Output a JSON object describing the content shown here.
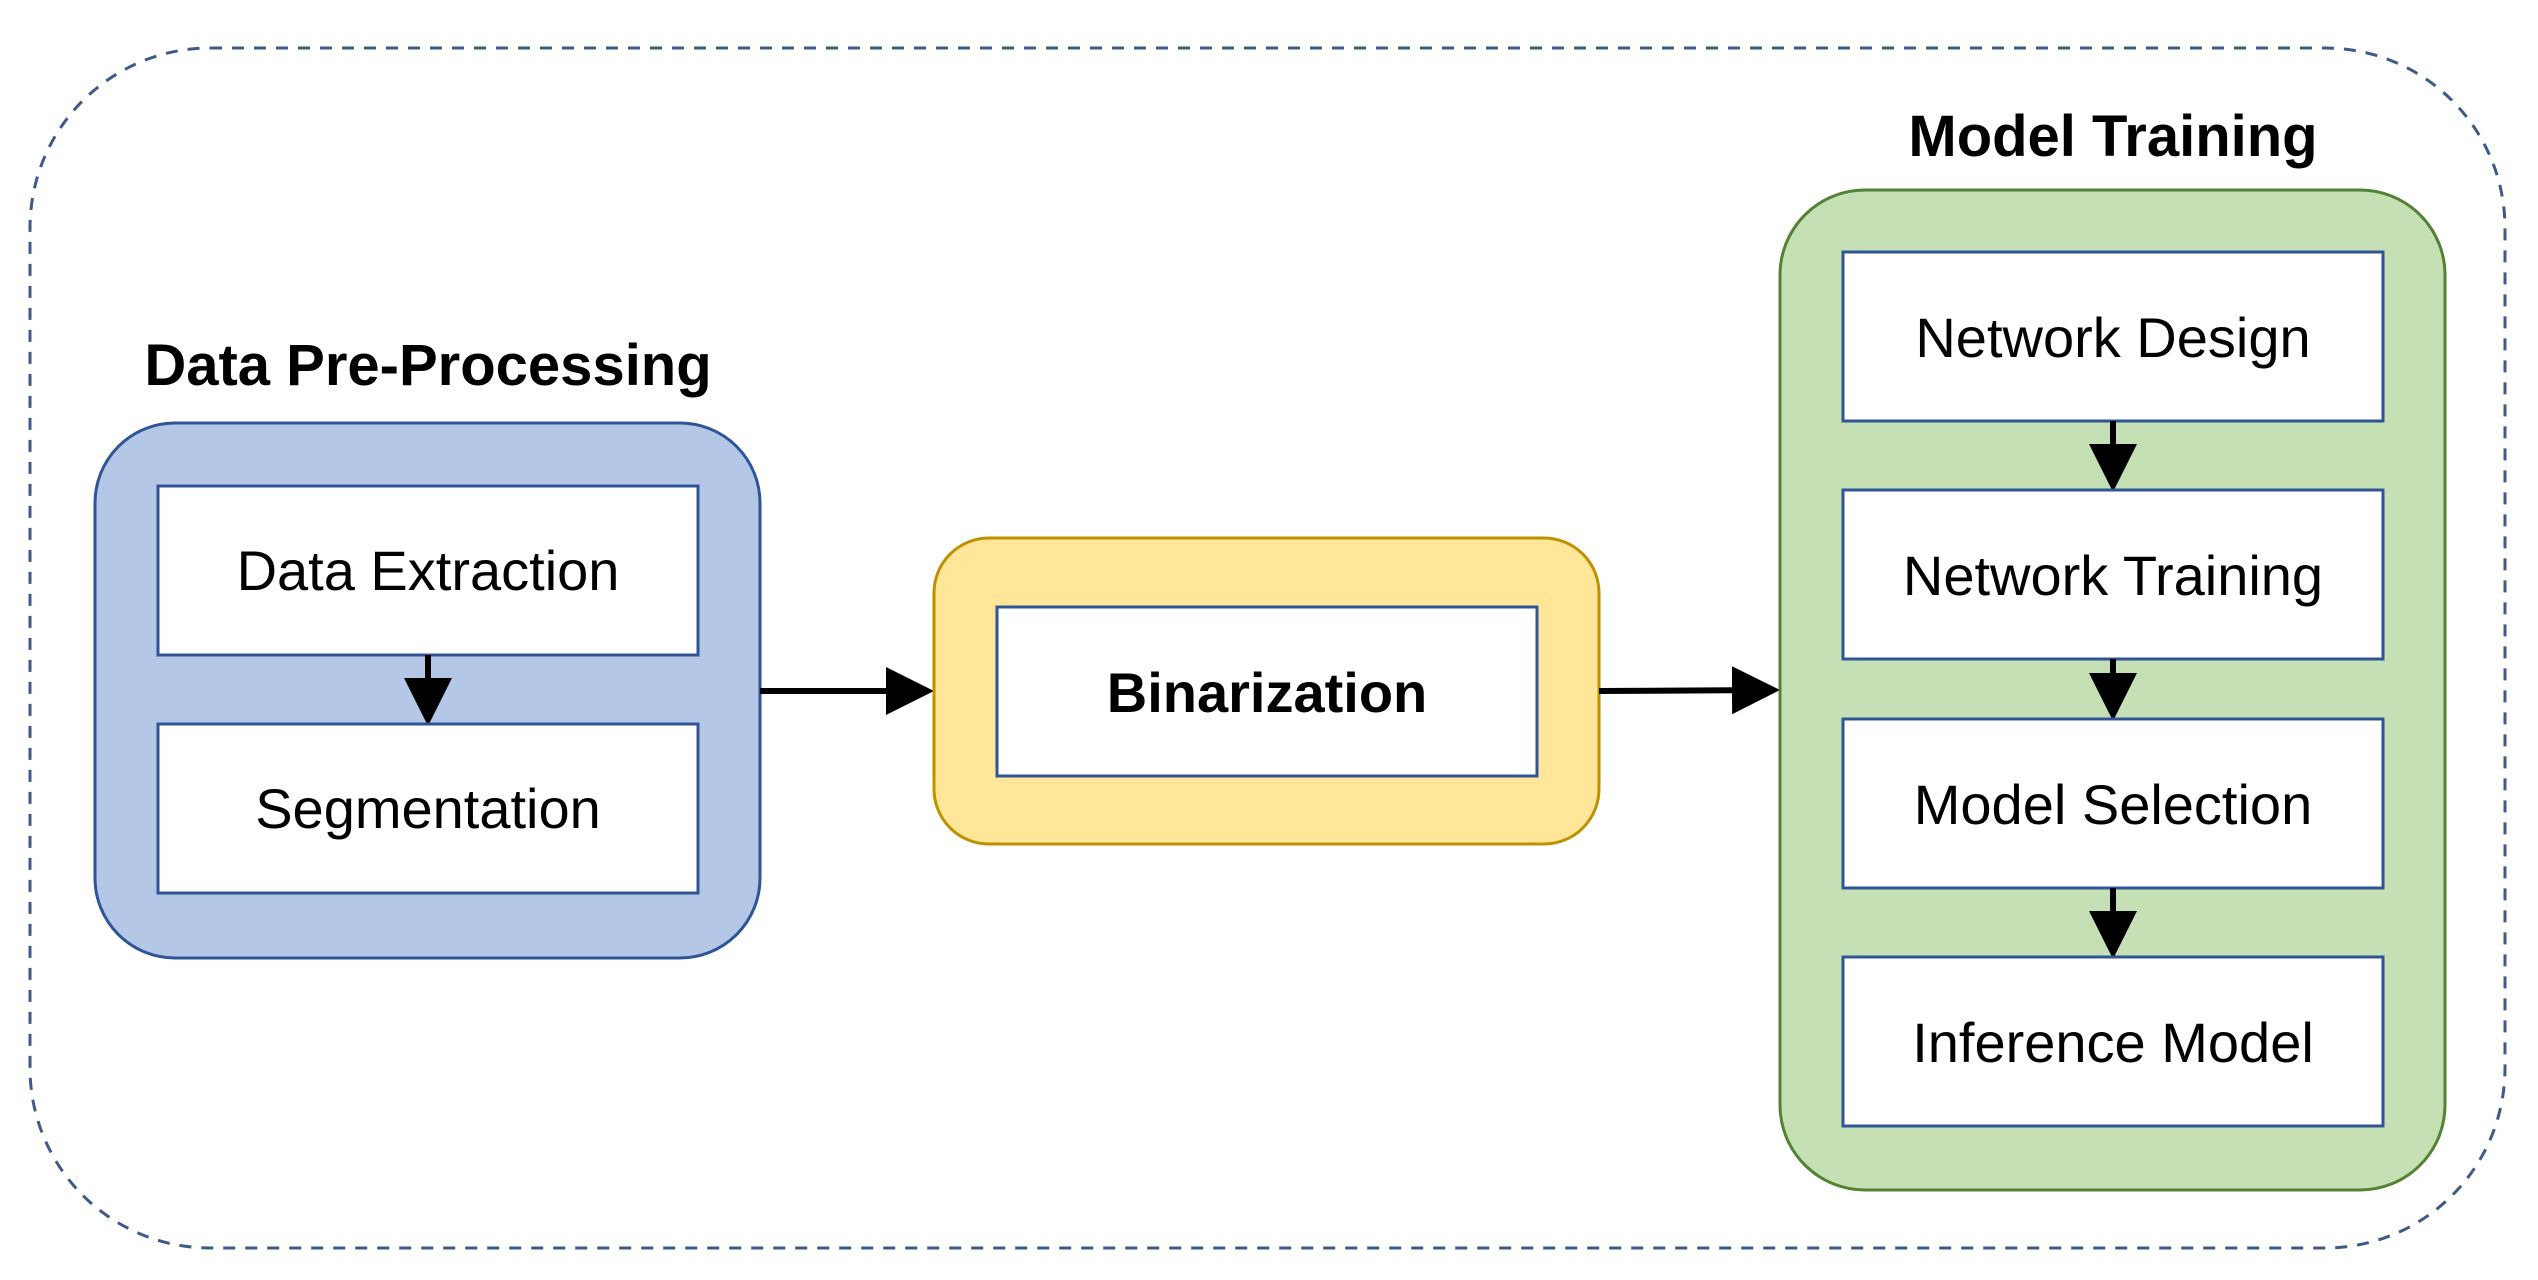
{
  "colors": {
    "outer_border": "#3f5a86",
    "preprocessing_fill": "#b4c7e7",
    "preprocessing_border": "#2f5597",
    "binarization_fill": "#ffe699",
    "binarization_border": "#bf9000",
    "training_fill": "#c5e0b4",
    "training_border": "#548235",
    "inner_box_border": "#2f5597",
    "arrow": "#000000"
  },
  "preprocessing": {
    "title": "Data Pre-Processing",
    "steps": [
      "Data Extraction",
      "Segmentation"
    ]
  },
  "binarization": {
    "label": "Binarization"
  },
  "training": {
    "title": "Model Training",
    "steps": [
      "Network Design",
      "Network Training",
      "Model Selection",
      "Inference Model"
    ]
  }
}
